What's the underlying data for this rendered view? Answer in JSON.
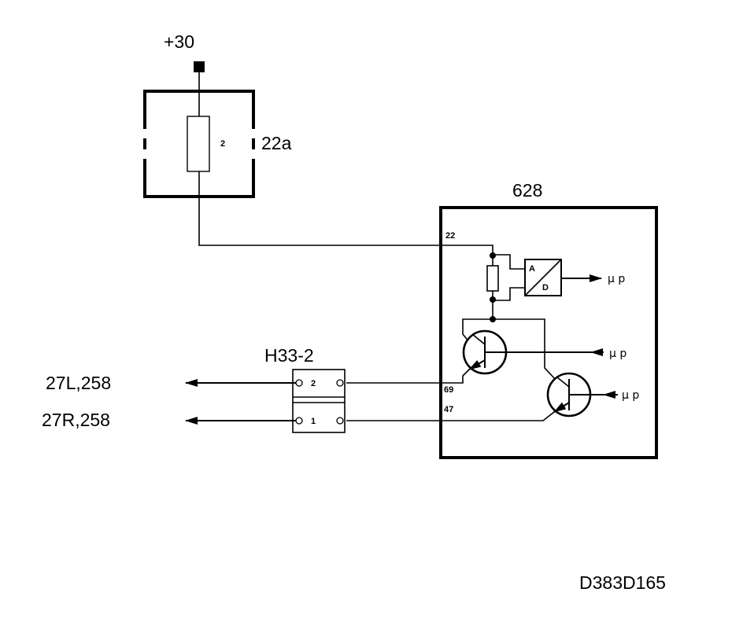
{
  "supply": {
    "label": "+30"
  },
  "fuse": {
    "label": "22a",
    "number": "2"
  },
  "module": {
    "label": "628",
    "pins": {
      "p22": "22",
      "p69": "69",
      "p47": "47"
    },
    "ad_converter": {
      "a": "A",
      "d": "D"
    },
    "outputs": {
      "mu_p": "μ p"
    }
  },
  "connector": {
    "label": "H33-2",
    "pin2": "2",
    "pin1": "1"
  },
  "targets": {
    "upper": "27L,258",
    "lower": "27R,258"
  },
  "drawing_id": "D383D165"
}
